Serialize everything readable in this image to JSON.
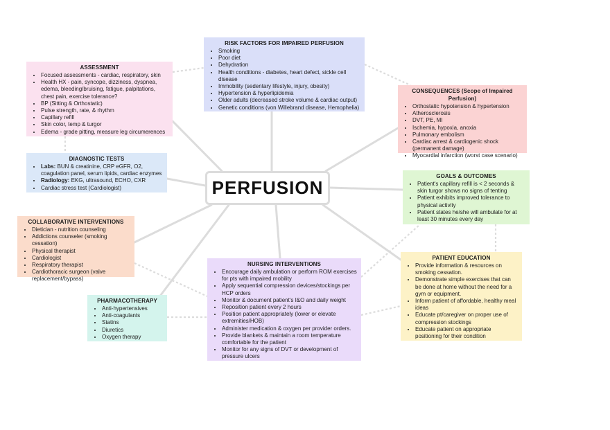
{
  "center": {
    "title": "PERFUSION"
  },
  "risk": {
    "title": "RISK FACTORS FOR IMPAIRED PERFUSION",
    "items": [
      "Smoking",
      "Poor diet",
      "Dehydration",
      "Health conditions - diabetes, heart defect, sickle cell disease",
      "Immobility (sedentary lifestyle, injury, obesity)",
      "Hypertension & hyperlipidemia",
      "Older adults (decreased stroke volume & cardiac output)",
      "Genetic conditions (von Willebrand disease, Hemophelia)"
    ]
  },
  "assessment": {
    "title": "ASSESSMENT",
    "items": [
      "Focused assessments - cardiac, respiratory, skin",
      "Health HX - pain, syncope, dizziness, dyspnea, edema, bleeding/bruising, fatigue, palpitations, chest pain, exercise tolerance?",
      "BP (Sitting & Orthostatic)",
      "Pulse strength, rate, & rhythm",
      "Capillary refill",
      "Skin color, temp & turgor",
      "Edema - grade pitting, measure leg circumerences"
    ]
  },
  "consequences": {
    "title": "CONSEQUENCES (Scope of Impaired  Perfusion)",
    "items": [
      "Orthostatic hypotension & hypertension",
      "Atherosclerosis",
      "DVT, PE, MI",
      "Ischemia, hypoxia, anoxia",
      "Pulmonary embolism",
      "Cardiac arrest & cardiogenic shock (permanent damage)",
      "Myocardial infarction (worst case  scenario)"
    ]
  },
  "diagnostic": {
    "title": "DIAGNOSTIC TESTS",
    "labs_label": "Labs:",
    "labs_text": " BUN & creatinine, CRP eGFR, O2, coagulation panel, serum lipids, cardiac enzymes",
    "radiology_label": "Radiology:",
    "radiology_text": " EKG, ultrasound, ECHO, CXR",
    "stress": "Cardiac stress test (Cardiologist)"
  },
  "goals": {
    "title": "GOALS & OUTCOMES",
    "items": [
      "Patient's capillary refill is < 2 seconds & skin turgor shows no signs of tenting",
      "Patient exhibits improved tolerance to physical activity",
      "Patient states he/she will ambulate for at least 30 minutes every day"
    ]
  },
  "collaborative": {
    "title": "COLLABORATIVE INTERVENTIONS",
    "items": [
      "Dietician - nutrition counseling",
      "Addictions counseler (smoking cessation)",
      "Physical therapist",
      "Cardiologist",
      "Respiratory therapist",
      "Cardiothoracic surgeon (valve replacement/bypass)"
    ]
  },
  "education": {
    "title": "PATIENT EDUCATION",
    "items": [
      "Provide information & resources on smoking cessation.",
      "Demonstrate simple exercises that can be done at home without the need for a gym or equipment.",
      "Inform patient of affordable, healthy meal ideas",
      "Educate pt/caregiver on proper use of compression stockings",
      "Educate patient on appropriate positioning for their condition"
    ]
  },
  "nursing": {
    "title": "NURSING INTERVENTIONS",
    "items": [
      "Encourage daily ambulation or perform ROM exercises for pts with impaired mobility",
      "Apply sequential compression devices/stockings per HCP orders",
      "Monitor & document patient's I&O and daily weight",
      "Reposition patient every 2 hours",
      "Position patient appropriately (lower or elevate extremities/HOB)",
      "Administer medication & oxygen per provider orders.",
      "Provide blankets & maintain a room temperature comfortable for the patient",
      "Monitor for any signs of DVT or development of pressure ulcers"
    ]
  },
  "pharmacotherapy": {
    "title": "PHARMACOTHERAPY",
    "items": [
      "Anti-hypertensives",
      "Anti-coagulants",
      "Statins",
      "Diuretics",
      "Oxygen therapy"
    ]
  },
  "colors": {
    "connector": "#dcdcdc",
    "risk": "#dadff9",
    "assessment": "#fbe1ef",
    "consequences": "#fbd3d3",
    "diagnostic": "#dbe8f8",
    "goals": "#dff6d3",
    "collaborative": "#fbdccb",
    "education": "#fdf2c7",
    "nursing": "#eadbfa",
    "pharmacotherapy": "#d4f4ed"
  }
}
